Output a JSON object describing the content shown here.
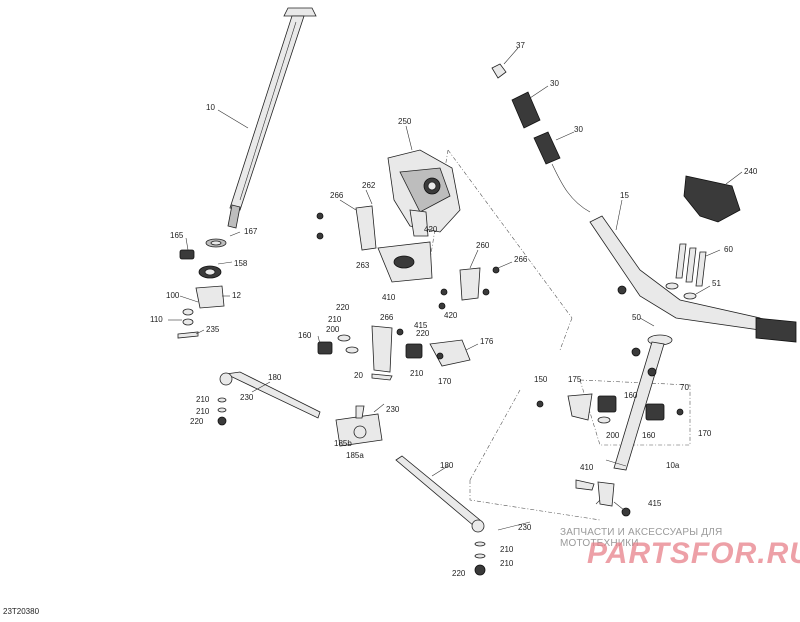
{
  "document_id": "23T20380",
  "watermark": {
    "caption": "ЗАПЧАСТИ И АКСЕССУАРЫ ДЛЯ МОТОТЕХНИКИ",
    "brand": "PARTSFOR.RU"
  },
  "callouts": [
    {
      "id": "c-37",
      "text": "37"
    },
    {
      "id": "c-30a",
      "text": "30"
    },
    {
      "id": "c-30b",
      "text": "30"
    },
    {
      "id": "c-10",
      "text": "10"
    },
    {
      "id": "c-250",
      "text": "250"
    },
    {
      "id": "c-240",
      "text": "240"
    },
    {
      "id": "c-15",
      "text": "15"
    },
    {
      "id": "c-266a",
      "text": "266"
    },
    {
      "id": "c-262",
      "text": "262"
    },
    {
      "id": "c-420a",
      "text": "420"
    },
    {
      "id": "c-165",
      "text": "165"
    },
    {
      "id": "c-167",
      "text": "167"
    },
    {
      "id": "c-158",
      "text": "158"
    },
    {
      "id": "c-260",
      "text": "260"
    },
    {
      "id": "c-266b",
      "text": "266"
    },
    {
      "id": "c-263",
      "text": "263"
    },
    {
      "id": "c-60",
      "text": "60"
    },
    {
      "id": "c-100",
      "text": "100"
    },
    {
      "id": "c-12",
      "text": "12"
    },
    {
      "id": "c-110",
      "text": "110"
    },
    {
      "id": "c-235",
      "text": "235"
    },
    {
      "id": "c-410a",
      "text": "410"
    },
    {
      "id": "c-51",
      "text": "51"
    },
    {
      "id": "c-220a",
      "text": "220"
    },
    {
      "id": "c-420b",
      "text": "420"
    },
    {
      "id": "c-266c",
      "text": "266"
    },
    {
      "id": "c-210a",
      "text": "210"
    },
    {
      "id": "c-415a",
      "text": "415"
    },
    {
      "id": "c-160a",
      "text": "160"
    },
    {
      "id": "c-200a",
      "text": "200"
    },
    {
      "id": "c-220b",
      "text": "220"
    },
    {
      "id": "c-176",
      "text": "176"
    },
    {
      "id": "c-50",
      "text": "50"
    },
    {
      "id": "c-20",
      "text": "20"
    },
    {
      "id": "c-210b",
      "text": "210"
    },
    {
      "id": "c-170a",
      "text": "170"
    },
    {
      "id": "c-180a",
      "text": "180"
    },
    {
      "id": "c-230a",
      "text": "230"
    },
    {
      "id": "c-150",
      "text": "150"
    },
    {
      "id": "c-175",
      "text": "175"
    },
    {
      "id": "c-70",
      "text": "70"
    },
    {
      "id": "c-160b",
      "text": "160"
    },
    {
      "id": "c-210c",
      "text": "210"
    },
    {
      "id": "c-210d",
      "text": "210"
    },
    {
      "id": "c-220c",
      "text": "220"
    },
    {
      "id": "c-230b",
      "text": "230"
    },
    {
      "id": "c-200b",
      "text": "200"
    },
    {
      "id": "c-160c",
      "text": "160"
    },
    {
      "id": "c-170b",
      "text": "170"
    },
    {
      "id": "c-185b",
      "text": "185b"
    },
    {
      "id": "c-185a",
      "text": "185a"
    },
    {
      "id": "c-10a",
      "text": "10a"
    },
    {
      "id": "c-180b",
      "text": "180"
    },
    {
      "id": "c-410b",
      "text": "410"
    },
    {
      "id": "c-415b",
      "text": "415"
    },
    {
      "id": "c-230c",
      "text": "230"
    },
    {
      "id": "c-210e",
      "text": "210"
    },
    {
      "id": "c-210f",
      "text": "210"
    },
    {
      "id": "c-220d",
      "text": "220"
    }
  ]
}
